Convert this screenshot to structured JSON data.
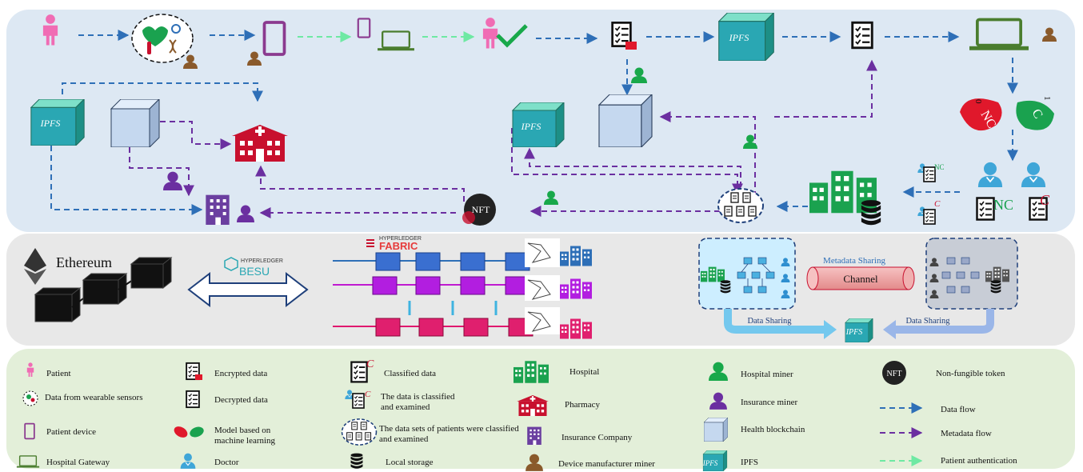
{
  "blockchain": {
    "ethereum_label": "Ethereum",
    "besu_top": "HYPERLEDGER",
    "besu_bottom": "BESU",
    "fabric_top": "HYPERLEDGER",
    "fabric_bottom": "FABRIC",
    "metadata_sharing": "Metadata Sharing",
    "channel": "Channel",
    "data_sharing_left": "Data Sharing",
    "data_sharing_right": "Data Sharing",
    "ipfs": "IPFS"
  },
  "top": {
    "ipfs": "IPFS",
    "nft": "NFT",
    "nc": "NC",
    "c": "C",
    "zero": "0",
    "one": "1"
  },
  "legend": {
    "patient": "Patient",
    "wearable": "Data from wearable sensors",
    "patient_device": "Patient device",
    "gateway": "Hospital Gateway",
    "encrypted": "Encrypted data",
    "decrypted": "Decrypted data",
    "ml_model": "Model based on machine learning",
    "doctor": "Doctor",
    "classified": "Classified data",
    "classified_examined": "The data is classified and examined",
    "datasets": "The data sets of patients were classified and examined",
    "local_storage": "Local storage",
    "hospital": "Hospital",
    "pharmacy": "Pharmacy",
    "insurance_company": "Insurance Company",
    "device_miner": "Device manufacturer miner",
    "hospital_miner": "Hospital miner",
    "insurance_miner": "Insurance miner",
    "health_blockchain": "Health blockchain",
    "ipfs": "IPFS",
    "nft": "Non-fungible token",
    "data_flow": "Data flow",
    "metadata_flow": "Metadata flow",
    "patient_auth": "Patient authentication",
    "nft_badge": "NFT",
    "ipfs_badge": "IPFS"
  },
  "colors": {
    "data_flow": "#2e6fb7",
    "metadata_flow": "#6b2fa0",
    "patient_auth": "#6ee9a3",
    "patient": "#f06cb4",
    "hospital_miner": "#18a84a",
    "insurance_miner": "#6b2fa0",
    "device_miner": "#8a5a2b",
    "ipfs": "#2aa7b3",
    "hospital": "#1aa24f",
    "pharmacy": "#c8102e",
    "insurance": "#6b3fa0"
  }
}
